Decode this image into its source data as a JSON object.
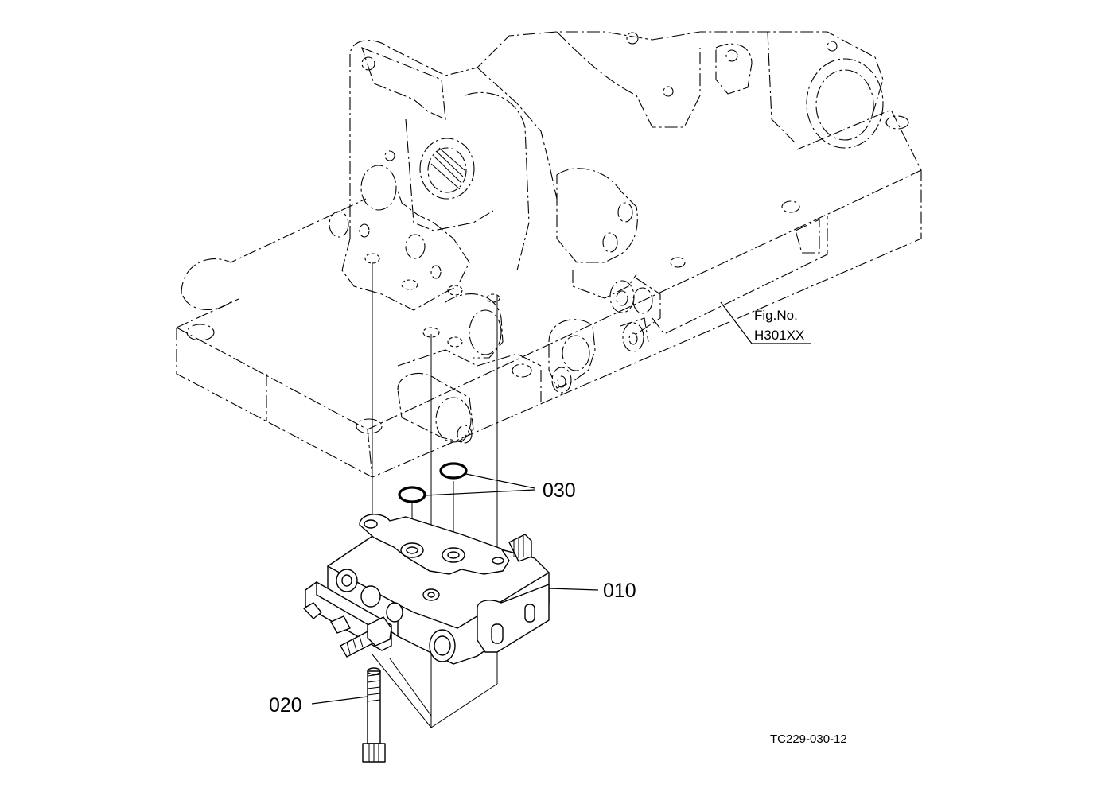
{
  "callouts": {
    "part_010": "010",
    "part_020": "020",
    "part_030": "030"
  },
  "figure_reference": {
    "line1": "Fig.No.",
    "line2": "H301XX"
  },
  "drawing_code": "TC229-030-12"
}
